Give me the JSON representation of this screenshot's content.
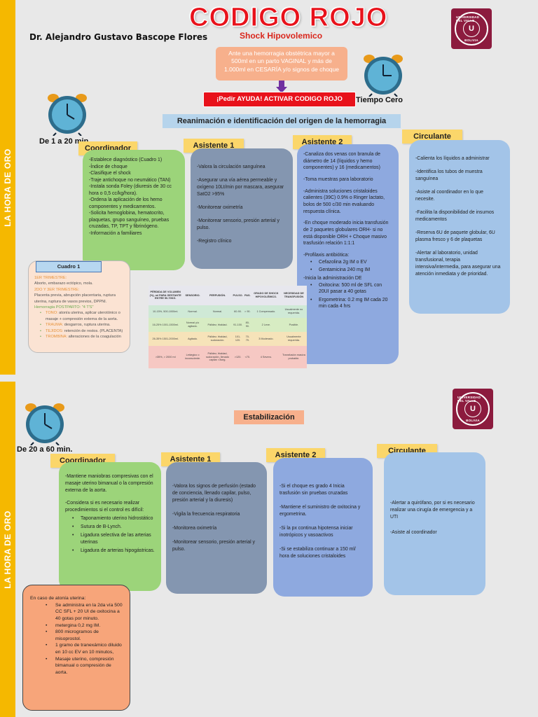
{
  "header": {
    "title": "CODIGO ROJO",
    "subtitle": "Shock Hipovolemico",
    "author": "Dr. Alejandro Gustavo Bascope Flores"
  },
  "logo": {
    "center": "U",
    "text": "UNIVERSIDAD DEL VALLE",
    "bottom": "BOLIVIA"
  },
  "sidebar": {
    "label": "LA HORA DE ORO"
  },
  "phase1": {
    "intro": "Ante una hemorragia obstétrica mayor a 500ml en un parto VAGINAL y más de 1.000ml en CESARÍA y/o signos de choque",
    "alert": "¡Pedir AYUDA! ACTIVAR CODIGO ROJO",
    "tiempo": "Tiempo Cero",
    "section": "Reanimación e identificación del origen de la hemorragia",
    "time": "De 1 a 20 min.",
    "coordinador": {
      "tag": "Coordinador",
      "items": [
        "-Establece diagnóstico (Cuadro 1)",
        "-Índice de choque",
        "-Clasifique el shock",
        "-Traje antichoque no neumático (TAN)",
        "-Instala sonda Foley (diuresis de 30 cc hora o 0,5 cc/kg/hora).",
        "-Ordena la aplicación de los hemo componentes y medicamentos.",
        "-Solicita hemoglobina, hematocrito, plaquetas, grupo sanguíneo, pruebas cruzadas, TP, TPT y fibrinógeno.",
        "-Información a familiares"
      ]
    },
    "asistente1": {
      "tag": "Asistente 1",
      "items": [
        "-Valora la circulación sanguínea",
        "-Asegurar una vía aérea permeable y oxígeno 10Lt/min por mascara, asegurar SatO2 >95%",
        "-Monitorear oximetría",
        "-Monitorear sensorio, presión arterial y pulso.",
        "-Registro clínico"
      ]
    },
    "asistente2": {
      "tag": "Asistente 2",
      "items": [
        "-Canaliza dos venas con branula de diámetro de 14 (líquidos y hemo componentes) y 16 (medicamentos)",
        "-Toma muestras para laboratorio",
        "-Administra soluciones cristaloides calientes (39C) 0.9% o Ringer lactato, bolos de 500 c/30 min evaluando respuesta clínica.",
        "-En choque moderado inicia transfusión de 2 paquetes globulares ORH- si no está disponible ORH + Choque masivo trasfusión relación 1:1:1"
      ],
      "profilaxis": "-Profilaxis antibiótica:",
      "profilaxis_items": [
        "Cefazolina 2g IM o EV",
        "Gentamicina 240 mg IM"
      ],
      "de": "-Inicia la administración DE",
      "de_items": [
        "Oxitocina: 500 ml de SFL con 20UI pasar a 40 gotas",
        "Ergometrina: 0.2 mg IM cada 20 min cada 4 hrs"
      ]
    },
    "circulante": {
      "tag": "Circulante",
      "items": [
        "-Calienta los líquidos a administrar",
        "-Identifica los tubos de muestra sanguínea",
        "-Asiste al coordinador en lo que necesite.",
        "-Facilita la disponibilidad de insumos medicamentos",
        "-Reserva 6U de paquete globular, 6U plasma fresco y 6 de plaquetas",
        "-Alertar al laboratorio, unidad transfusional, terapia intensiva/intermedia, para asegurar una atención inmediata y de prioridad."
      ]
    },
    "cuadro": {
      "head": "Cuadro 1",
      "t1": "1ER TRIMESTRE:",
      "t1_text": "Aborto, embarazo ectópico, mola.",
      "t2": "2DO Y 3ER TRIMESTRE:",
      "t2_text": "Placenta previa, abrupción placentaria, ruptura uterina, ruptura de vasos previos, DPPNI.",
      "pp": "Hemorragia POSTPARTO: \"4 T'S\"",
      "pp_items": [
        {
          "label": "TONO:",
          "text": "atonía uterina, aplicar uterotónico o masaje + compresión externa de la aorta."
        },
        {
          "label": "TRAUMA:",
          "text": "desgarros, ruptura uterina."
        },
        {
          "label": "TEJIDOS:",
          "text": "retención de restos. (PLACENTA)"
        },
        {
          "label": "TROMBINA:",
          "text": "alteraciones de la coagulación"
        }
      ]
    },
    "table": {
      "headers": [
        "PÉRDIDA DE VOLUMEN (%), ml PARA GESTANTE ENTRE 50-70KG.",
        "SENSORIO.",
        "PERFUSIÓN.",
        "PULSO.",
        "PAS.",
        "GRADO DE SHOCK HIPOVOLÉMICO.",
        "NECESIDAD DE TRANSFUSIÓN"
      ],
      "rows": [
        [
          "10-15%, 500-1000ml.",
          "Normal.",
          "Normal.",
          "60-90.",
          "> 90.",
          "1 Compensado.",
          "Usualmente no requerida."
        ],
        [
          "16-25% 1001-1500ml.",
          "Normal y/o agitado.",
          "Pálidez, frialdad.",
          "91-100.",
          "80-90.",
          "2 Leve.",
          "Posible."
        ],
        [
          "26-35% 1501-2000ml.",
          "Agitado.",
          "Pálidez, frialdad, sudoración.",
          "101-120.",
          "70-79.",
          "3 Moderado.",
          "Usualmente requerida."
        ],
        [
          ">35%, > 2000 ml",
          "Letárgico o inconsciente.",
          "Pálidez, frialdad, sudoración, llenado capilar >3seg.",
          ">120.",
          "<70.",
          "4 Severo.",
          "Transfusión masiva probable."
        ]
      ]
    }
  },
  "phase2": {
    "section": "Estabilización",
    "time": "De 20 a 60 min.",
    "coordinador": {
      "tag": "Coordinador",
      "p1": "-Mantiene maniobras compresivas con el masaje uterino bimanual o la compresión externa de la aorta.",
      "p2": "-Considera si es necesario realizar procedimientos si el control es difícil:",
      "items": [
        "Taponamiento uterino hidrostático",
        "Sutura de B-Lynch.",
        "Ligadura selectiva de las arterias uterinas",
        "Ligadura de arterias hipogástricas."
      ]
    },
    "asistente1": {
      "tag": "Asistente 1",
      "items": [
        "-Valora los signos de perfusión (estado de conciencia, llenado capilar, pulso, presión arterial y la diuresis)",
        "-Vigila la frecuencia respiratoria",
        "-Monitorea oximetría",
        "-Monitorear sensorio, presión arterial y pulso."
      ]
    },
    "asistente2": {
      "tag": "Asistente 2",
      "items": [
        "-Si el choque es grado 4 Inicia trasfusión sin pruebas cruzadas",
        "-Mantiene el suministro de oxitocina y ergometrina.",
        "-Si la px continua hipotensa iniciar inotrópicos y vasoactivos",
        "-Si se estabiliza continuar a 150 ml/ hora de soluciones cristaloides"
      ]
    },
    "circulante": {
      "tag": "Circulante",
      "items": [
        "-Alertar a quirófano, por si es necesario realizar una cirugía de emergencia y a UTI",
        "-Asiste al coordinador"
      ]
    },
    "atonia": {
      "head": "En caso de atonía uterina:",
      "items": [
        "Se administra en la 2da vía 500 CC SFL + 20 UI de oxitocina a 40 gotas por minuto.",
        "metergina 0,2 mg IM.",
        "800 microgramos de misoprostol.",
        "1 gramo de tranexámico diluido en 10 cc EV en 10 minutos,",
        "Masaje uterino, compresión bimanual o compresión de aorta."
      ]
    }
  },
  "colors": {
    "red": "#e8121b",
    "gold": "#f5b800",
    "maroon": "#8c1b3e",
    "clock": "#4a9fc4"
  },
  "icons": [
    "alarm-clock-icon",
    "down-arrow-icon",
    "university-logo"
  ]
}
